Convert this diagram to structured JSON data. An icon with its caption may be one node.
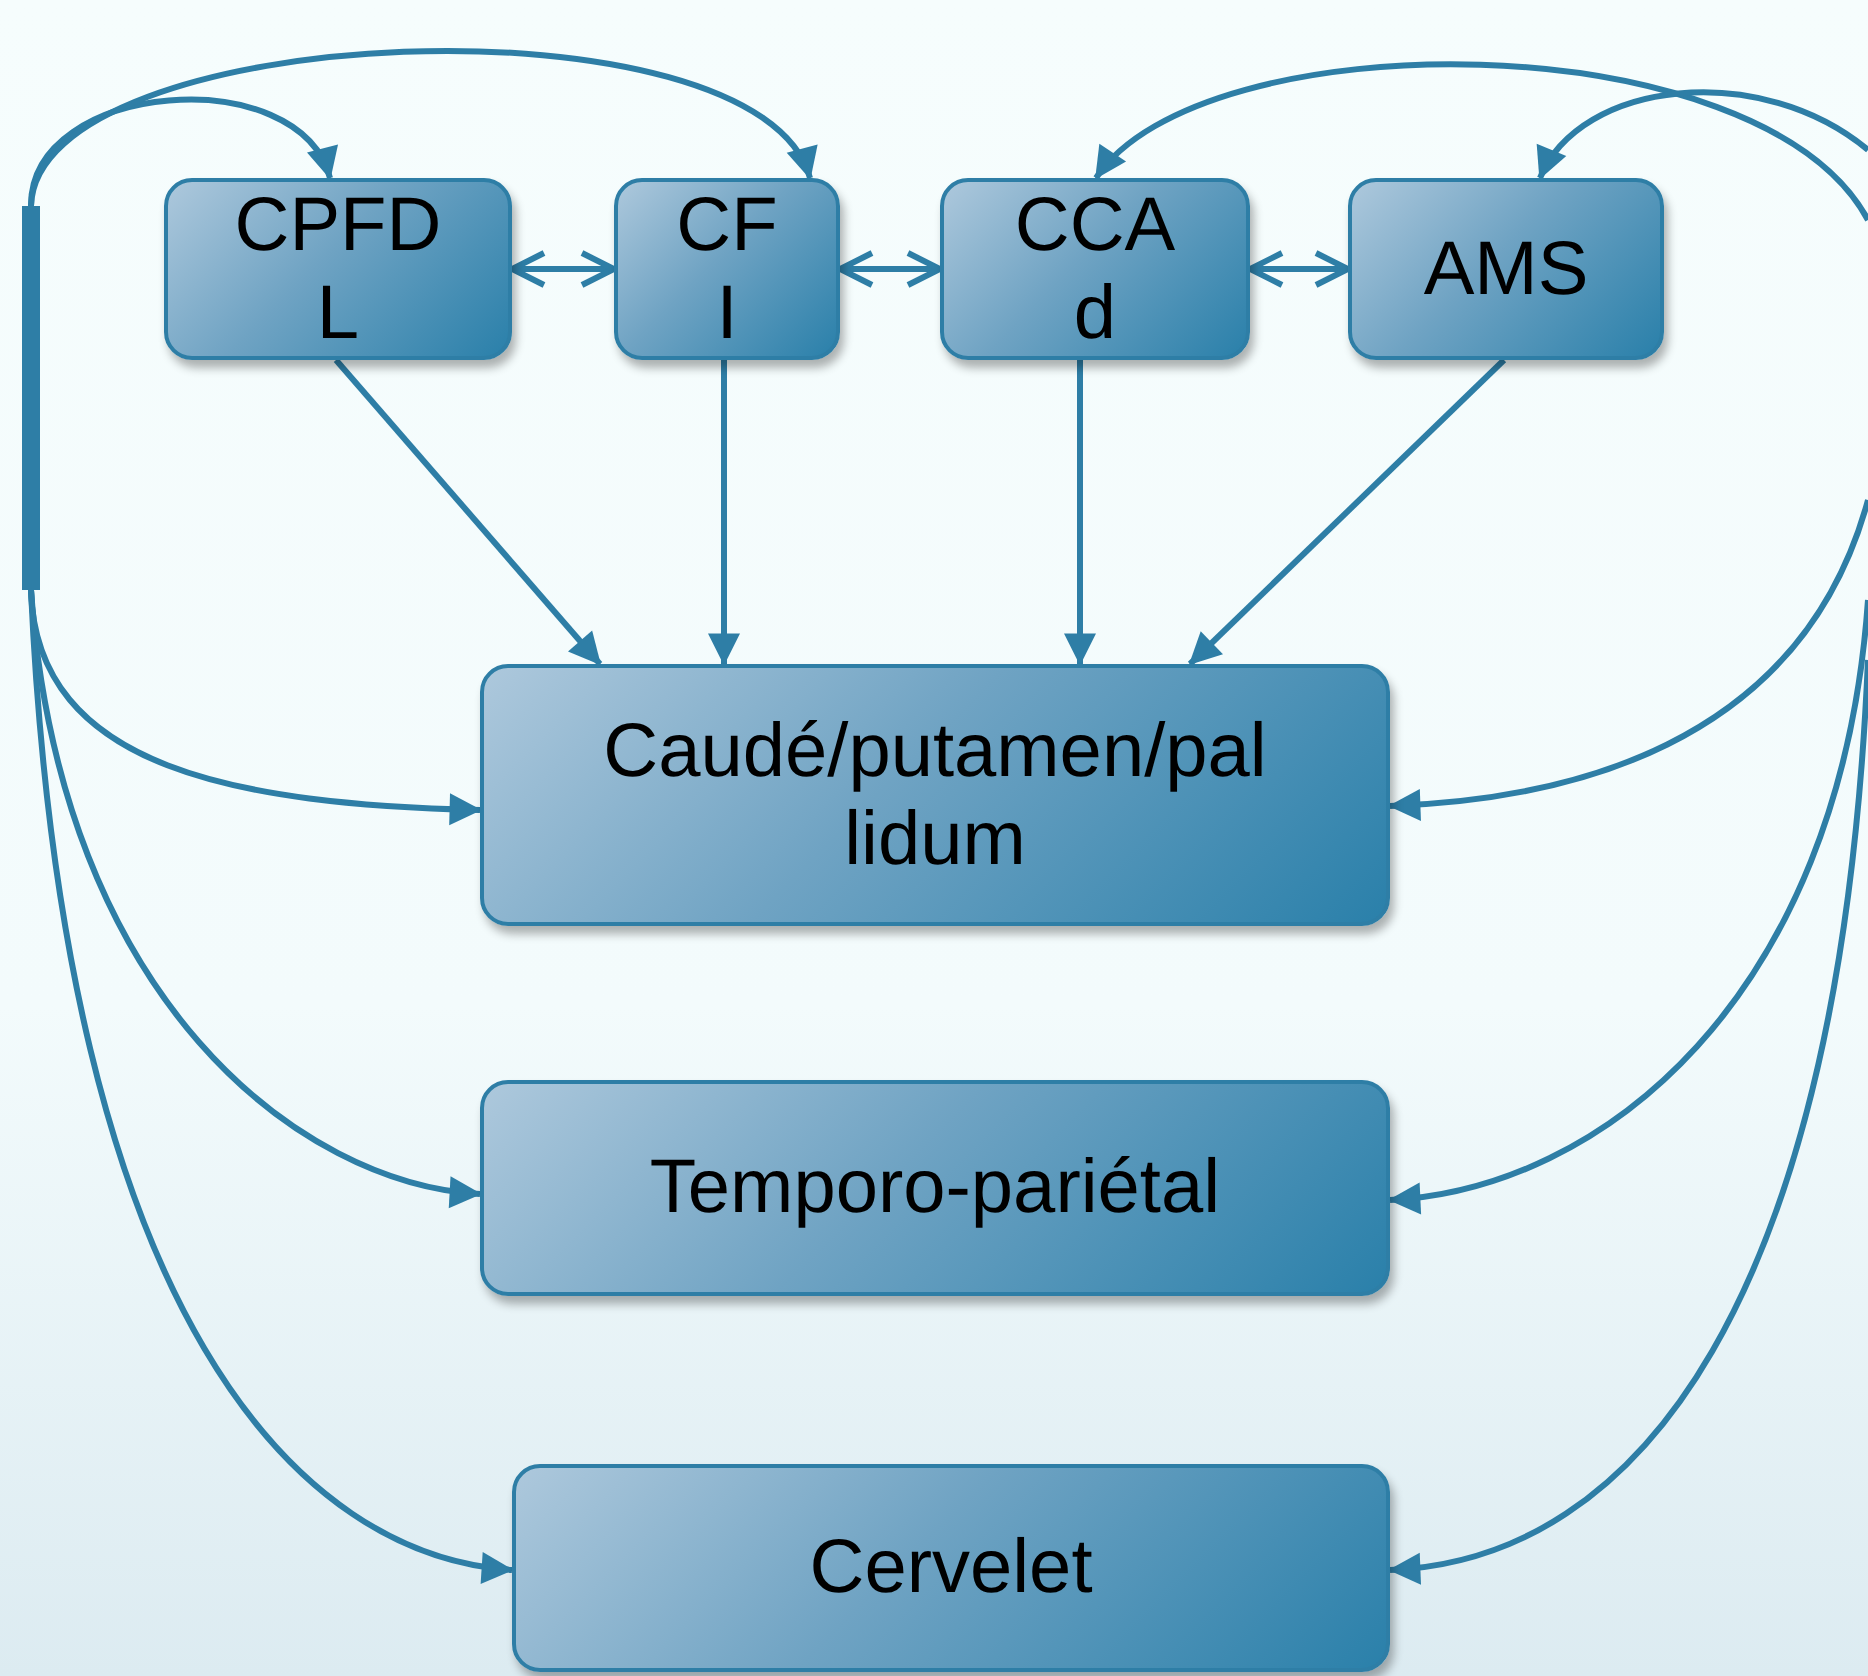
{
  "diagram": {
    "nodes": [
      {
        "text": [
          "CPFDL"
        ]
      },
      {
        "text": [
          "CFI"
        ]
      },
      {
        "text": [
          "CCAd"
        ]
      },
      {
        "text": [
          "AMS"
        ]
      },
      {
        "text": [
          "Caudé/putamen/pallidum"
        ]
      },
      {
        "text": [
          "Temporo-pariétal"
        ]
      },
      {
        "text": [
          "Cervelet"
        ]
      },
      {
        "text": [],
        "shape": "bar"
      }
    ],
    "edges": [
      {
        "from": 0,
        "to": 1,
        "arrow": "both"
      },
      {
        "from": 1,
        "to": 2,
        "arrow": "both"
      },
      {
        "from": 2,
        "to": 3,
        "arrow": "both"
      },
      {
        "from": 0,
        "to": 4,
        "arrow": "to"
      },
      {
        "from": 1,
        "to": 4,
        "arrow": "to"
      },
      {
        "from": 2,
        "to": 4,
        "arrow": "to"
      },
      {
        "from": 3,
        "to": 4,
        "arrow": "to"
      },
      {
        "from": 7,
        "to": 0,
        "arrow": "to"
      },
      {
        "from": 7,
        "to": 1,
        "arrow": "to"
      },
      {
        "from": 7,
        "to": 4,
        "arrow": "to"
      },
      {
        "from": 7,
        "to": 5,
        "arrow": "to"
      },
      {
        "from": 7,
        "to": 6,
        "arrow": "to"
      },
      {
        "from": null,
        "to": 2,
        "arrow": "to"
      },
      {
        "from": null,
        "to": 3,
        "arrow": "to"
      },
      {
        "from": null,
        "to": 4,
        "arrow": "to"
      },
      {
        "from": null,
        "to": 5,
        "arrow": "to"
      },
      {
        "from": null,
        "to": 6,
        "arrow": "to"
      }
    ]
  }
}
